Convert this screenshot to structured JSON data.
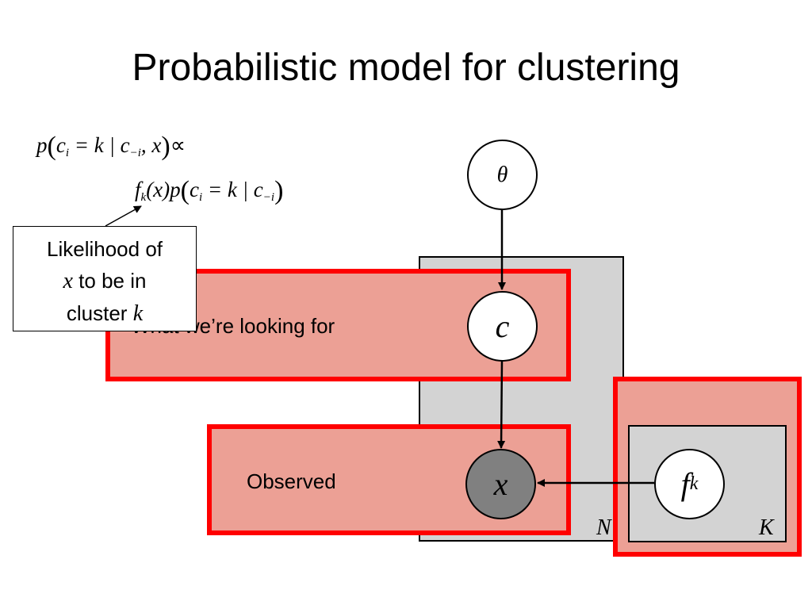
{
  "slide": {
    "title": "Probabilistic model for clustering"
  },
  "equation": {
    "line1_prefix": "p",
    "line1_c": "c",
    "line1_i": "i",
    "line1_eq": " = k | ",
    "line1_c2": "c",
    "line1_minus_i": "−i",
    "line1_x": ", x",
    "line1_prop": "∝",
    "line2_f": "f",
    "line2_k": "k",
    "line2_x": "(x)p",
    "line2_c": "c",
    "line2_i": "i",
    "line2_eq": " = k | ",
    "line2_c2": "c",
    "line2_minus_i": "−i"
  },
  "callout": {
    "line1": "Likelihood of",
    "var_x": "x",
    "line2_rest": " to be in",
    "line3_prefix": "cluster ",
    "var_k": "k"
  },
  "labels": {
    "looking_for": "What we’re looking for",
    "observed": "Observed"
  },
  "plates": {
    "outer": "N",
    "inner": "K"
  },
  "nodes": {
    "theta": "θ",
    "c": "c",
    "x": "x",
    "f": "f",
    "f_sub": "k"
  },
  "colors": {
    "highlight_fill": "#eca095",
    "highlight_border": "#ff0000",
    "plate_fill": "#d3d3d3",
    "observed_node": "#808080"
  }
}
